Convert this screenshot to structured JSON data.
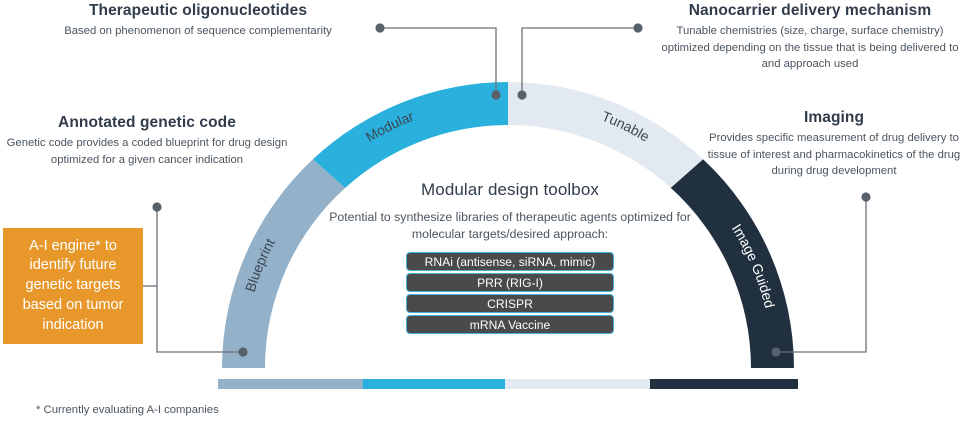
{
  "diagram": {
    "title_region": "therapeutic oligonucleotide platform arc",
    "colors": {
      "blueprint": "#93b2ca",
      "modular": "#2ab0dd",
      "tunable": "#e3e9f0",
      "image_guided": "#20303f",
      "orange": "#e8982b",
      "toolbox_item_fill": "#4a4a4a",
      "toolbox_item_border": "#45b0d8",
      "connector": "#6b7179",
      "heading_text": "#303c4b",
      "body_text": "#4a5560"
    }
  },
  "callouts": [
    {
      "id": "therapeutic-oligonucleotides",
      "title": "Therapeutic oligonucleotides",
      "body": "Based on phenomenon of sequence complementarity"
    },
    {
      "id": "annotated-genetic-code",
      "title": "Annotated genetic code",
      "body": "Genetic code provides a coded blueprint for drug design optimized for a given cancer indication"
    },
    {
      "id": "nanocarrier-delivery-mechanism",
      "title": "Nanocarrier delivery mechanism",
      "body": "Tunable chemistries (size, charge, surface chemistry) optimized depending on the tissue that is being delivered to and approach used"
    },
    {
      "id": "imaging",
      "title": "Imaging",
      "body": "Provides specific measurement of drug delivery to tissue of interest and pharmacokinetics of the drug during drug development"
    }
  ],
  "ai_box": {
    "text": "A-I engine* to identify future genetic targets based on tumor indication"
  },
  "footnote": {
    "text": "* Currently evaluating A-I companies"
  },
  "toolbox": {
    "title": "Modular design toolbox",
    "subtitle": "Potential to synthesize libraries of therapeutic agents optimized for molecular targets/desired approach:",
    "items": [
      "RNAi (antisense, siRNA, mimic)",
      "PRR (RIG-I)",
      "CRISPR",
      "mRNA Vaccine"
    ]
  },
  "arc": {
    "segments": [
      {
        "label": "Blueprint",
        "color": "#93b2ca",
        "text_color": "#3c4753"
      },
      {
        "label": "Modular",
        "color": "#2ab0dd",
        "text_color": "#3c4753"
      },
      {
        "label": "Tunable",
        "color": "#e3e9f0",
        "text_color": "#3c4753"
      },
      {
        "label": "Image Guided",
        "color": "#20303f",
        "text_color": "#ffffff"
      }
    ]
  },
  "legend_bar": {
    "segments": [
      {
        "label": "Blueprint",
        "color": "#93b2ca",
        "width_pct": 25
      },
      {
        "label": "Modular",
        "color": "#2ab0dd",
        "width_pct": 24.5
      },
      {
        "label": "Tunable",
        "color": "#e3e9f0",
        "width_pct": 25
      },
      {
        "label": "Image Guided",
        "color": "#20303f",
        "width_pct": 25.5
      }
    ]
  }
}
